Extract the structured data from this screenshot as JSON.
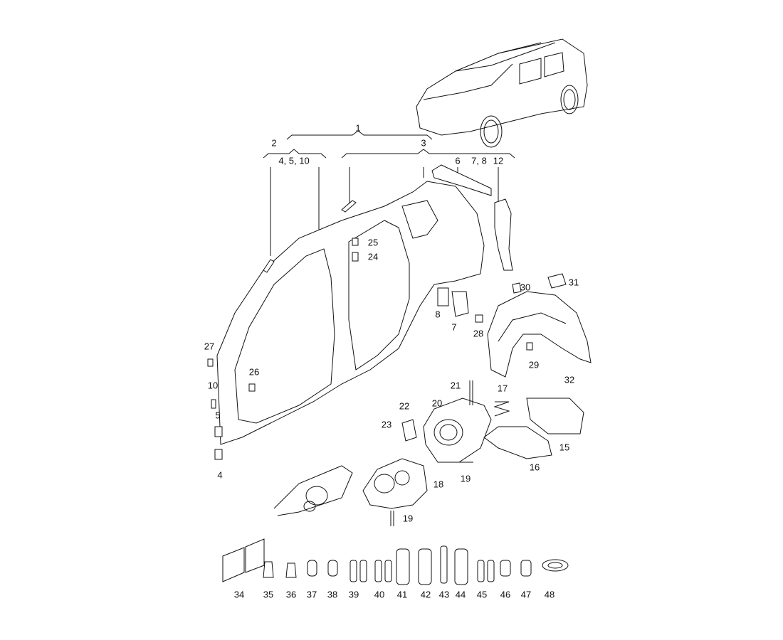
{
  "diagram": {
    "type": "exploded parts diagram",
    "callouts": [
      "1",
      "2",
      "3",
      "4, 5, 10",
      "6",
      "7, 8",
      "12",
      "25",
      "24",
      "30",
      "31",
      "8",
      "7",
      "28",
      "29",
      "32",
      "27",
      "26",
      "10",
      "5",
      "4",
      "21",
      "17",
      "22",
      "20",
      "23",
      "15",
      "16",
      "19",
      "18",
      "19",
      "34",
      "35",
      "36",
      "37",
      "38",
      "39",
      "40",
      "41",
      "42",
      "43",
      "44",
      "45",
      "46",
      "47",
      "48"
    ]
  }
}
